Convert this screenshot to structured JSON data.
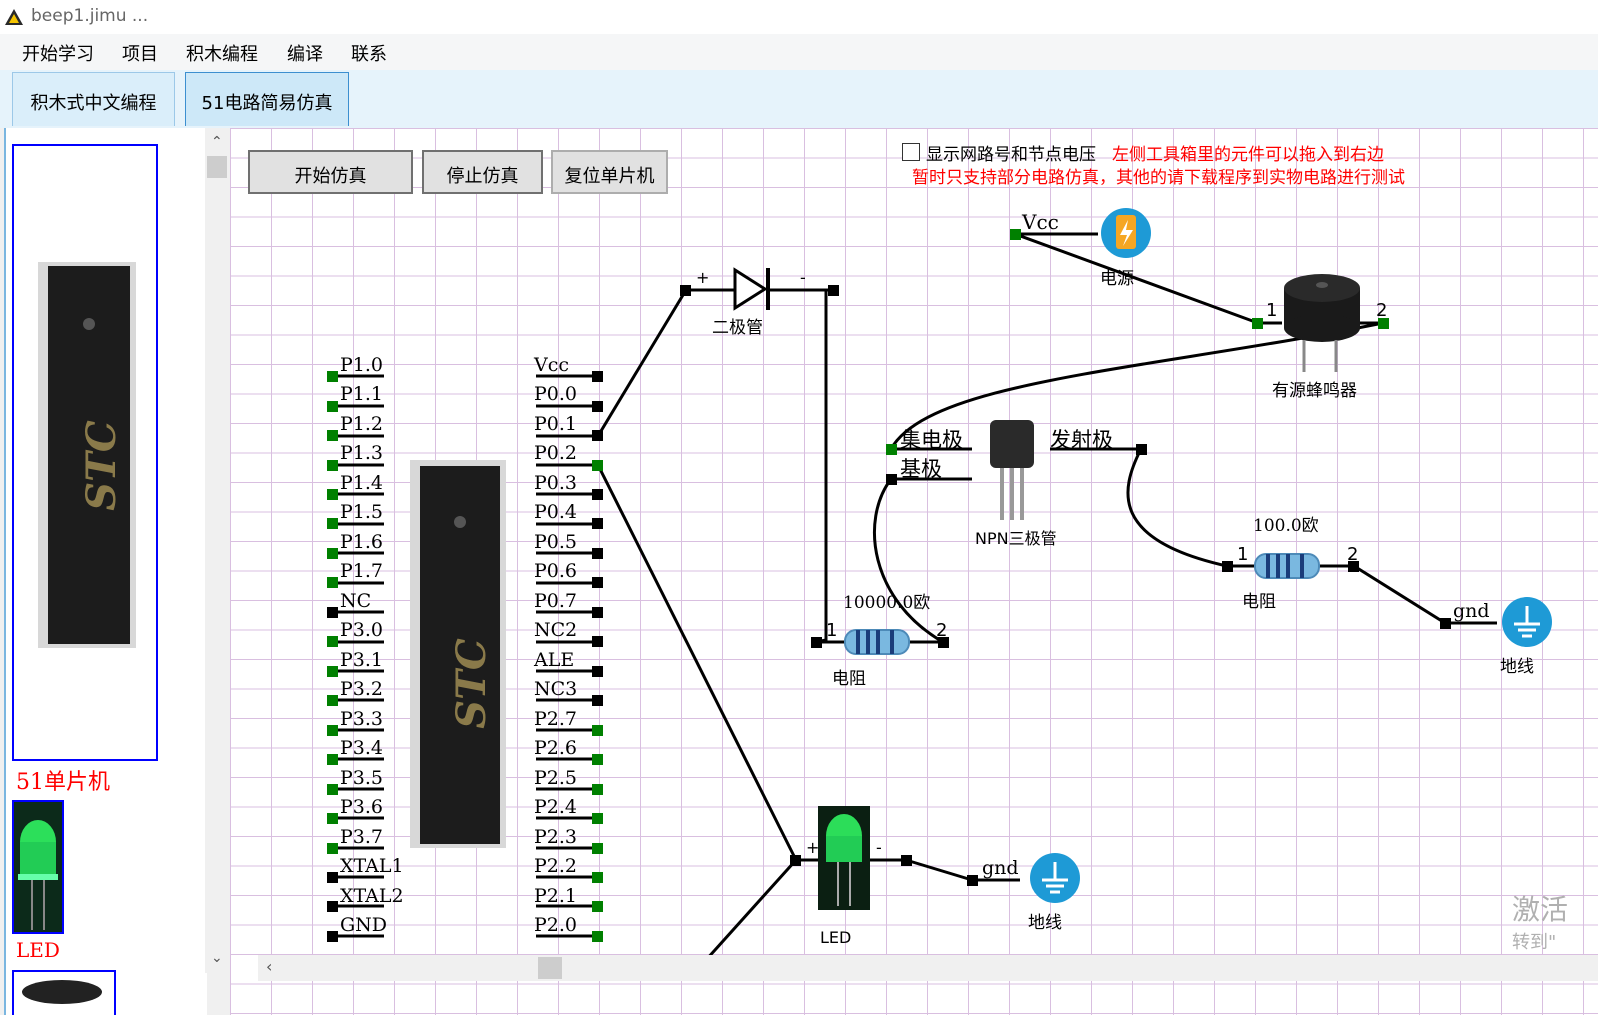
{
  "window": {
    "title": "beep1.jimu ..."
  },
  "menu": [
    "开始学习",
    "项目",
    "积木编程",
    "编译",
    "联系"
  ],
  "tabs": [
    {
      "label": "积木式中文编程"
    },
    {
      "label": "51电路简易仿真"
    }
  ],
  "toolbox": {
    "items": [
      {
        "label": "51单片机"
      },
      {
        "label": "LED"
      }
    ]
  },
  "toolbar": {
    "start": "开始仿真",
    "stop": "停止仿真",
    "reset": "复位单片机"
  },
  "options": {
    "show_nets": "显示网路号和节点电压"
  },
  "notes": {
    "line1": "左侧工具箱里的元件可以拖入到右边",
    "line2": "暂时只支持部分电路仿真，其他的请下载程序到实物电路进行测试"
  },
  "mcu": {
    "left_pins": [
      "P1.0",
      "P1.1",
      "P1.2",
      "P1.3",
      "P1.4",
      "P1.5",
      "P1.6",
      "P1.7",
      "NC",
      "P3.0",
      "P3.1",
      "P3.2",
      "P3.3",
      "P3.4",
      "P3.5",
      "P3.6",
      "P3.7",
      "XTAL1",
      "XTAL2",
      "GND"
    ],
    "right_pins": [
      "Vcc",
      "P0.0",
      "P0.1",
      "P0.2",
      "P0.3",
      "P0.4",
      "P0.5",
      "P0.6",
      "P0.7",
      "NC2",
      "ALE",
      "NC3",
      "P2.7",
      "P2.6",
      "P2.5",
      "P2.4",
      "P2.3",
      "P2.2",
      "P2.1",
      "P2.0"
    ]
  },
  "components": {
    "power": {
      "net": "Vcc",
      "label": "电源"
    },
    "diode": {
      "plus": "+",
      "minus": "-",
      "label": "二极管"
    },
    "buzzer": {
      "pin1": "1",
      "pin2": "2",
      "label": "有源蜂鸣器"
    },
    "transistor": {
      "collector": "集电极",
      "base": "基极",
      "emitter": "发射极",
      "label": "NPN三极管"
    },
    "resistor_a": {
      "value": "10000.0欧",
      "pin1": "1",
      "pin2": "2",
      "label": "电阻"
    },
    "resistor_b": {
      "value": "100.0欧",
      "pin1": "1",
      "pin2": "2",
      "label": "电阻"
    },
    "ground_a": {
      "net": "gnd",
      "label": "地线"
    },
    "ground_b": {
      "net": "gnd",
      "label": "地线"
    },
    "led": {
      "plus": "+",
      "minus": "-",
      "label": "LED"
    }
  },
  "watermark": {
    "line1": "激活",
    "line2": "转到\""
  },
  "colors": {
    "accent": "#0000ff",
    "terminal_green": "#008000",
    "grid": "#d9bfe0",
    "note_red": "#ff0000"
  }
}
